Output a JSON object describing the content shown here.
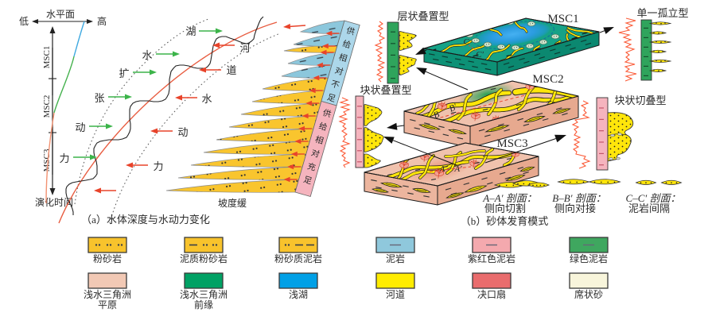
{
  "panel_a": {
    "caption": "（a）水体深度与水动力变化",
    "axis": {
      "top_label": "水平面",
      "left_label": "低",
      "right_label": "高",
      "bottom_label": "演化时间",
      "units": [
        "MSC1",
        "MSC2",
        "MSC3"
      ]
    },
    "lake_force_chars": [
      "湖",
      "水",
      "扩",
      "张",
      "动",
      "力"
    ],
    "lake_force_phrase": "湖水扩张动力",
    "channel_force_chars": [
      "河",
      "道",
      "水",
      "动",
      "力"
    ],
    "channel_force_phrase": "河道水动力",
    "slope_label": "坡度缓",
    "supply_upper": "供给相对不足",
    "supply_lower": "供给相对充足"
  },
  "panel_b": {
    "caption": "（b）砂体发育模式",
    "blocks": [
      {
        "label": "MSC1",
        "section_marks": [
          "C",
          "C′"
        ]
      },
      {
        "label": "MSC2",
        "section_marks": [
          "B",
          "B′"
        ]
      },
      {
        "label": "MSC3",
        "section_marks": [
          "A",
          "A′"
        ]
      }
    ],
    "stack_types": [
      {
        "label": "层状叠置型"
      },
      {
        "label": "块状叠置型"
      },
      {
        "label": "单一孤立型"
      },
      {
        "label": "块状切叠型"
      }
    ],
    "sections": [
      {
        "title": "A–A′ 剖面：",
        "desc": "侧向切割"
      },
      {
        "title": "B–B′ 剖面：",
        "desc": "侧向对接"
      },
      {
        "title": "C–C′ 剖面：",
        "desc": "泥岩间隔"
      }
    ]
  },
  "legend": {
    "rows": [
      [
        {
          "label": "粉砂岩",
          "color": "#F8C32C",
          "pattern": "dots"
        },
        {
          "label": "泥质粉砂岩",
          "color": "#F8C32C",
          "pattern": "dash-dots"
        },
        {
          "label": "粉砂质泥岩",
          "color": "#F8C32C",
          "pattern": "dots-dash"
        },
        {
          "label": "泥岩",
          "color": "#8FC8DC",
          "pattern": "line"
        },
        {
          "label": "紫红色泥岩",
          "color": "#F4A9AE",
          "pattern": "line"
        },
        {
          "label": "绿色泥岩",
          "color": "#3FA75F",
          "pattern": "line"
        }
      ],
      [
        {
          "label": "浅水三角洲",
          "label2": "平原",
          "color": "#F2C9B5",
          "pattern": "none"
        },
        {
          "label": "浅水三角洲",
          "label2": "前缘",
          "color": "#00A164",
          "pattern": "none"
        },
        {
          "label": "浅湖",
          "color": "#00A0E6",
          "pattern": "none"
        },
        {
          "label": "河道",
          "color": "#FFEC00",
          "pattern": "none"
        },
        {
          "label": "决口扇",
          "color": "#E96C6D",
          "pattern": "none"
        },
        {
          "label": "席状砂",
          "color": "#F8F5DB",
          "pattern": "none"
        }
      ]
    ]
  },
  "colors": {
    "siltstone_yellow": "#F8C32C",
    "channel_yellow": "#FFE60A",
    "mudstone_blue": "#8FC8DC",
    "shallow_lake_blue": "#00A0E6",
    "delta_plain_pink": "#F0C2AD",
    "delta_front_green": "#16A287",
    "supply_low_blue": "#ACD7EA",
    "supply_high_pink": "#F5B4BE",
    "red_accent": "#E8432A",
    "log_red": "#FB5B38",
    "text_dark": "#2A2A2A"
  }
}
